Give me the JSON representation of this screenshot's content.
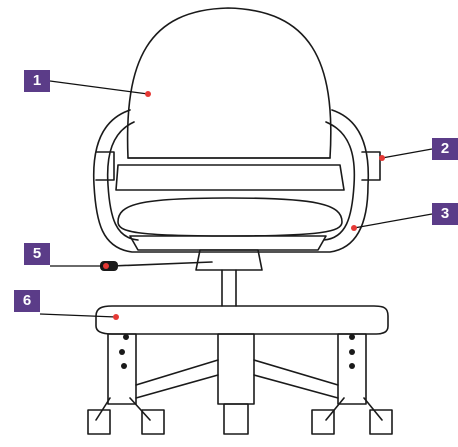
{
  "colors": {
    "badge_fill": "#5b3c88",
    "badge_text": "#ffffff",
    "leader_line": "#111111",
    "marker_dot": "#e53935",
    "line_art": "#1a1a1a"
  },
  "callouts": [
    {
      "label": "1",
      "part": "backrest"
    },
    {
      "label": "2",
      "part": "armrest"
    },
    {
      "label": "3",
      "part": "seat"
    },
    {
      "label": "5",
      "part": "height-adjust-lever"
    },
    {
      "label": "6",
      "part": "footrest-ring"
    }
  ]
}
